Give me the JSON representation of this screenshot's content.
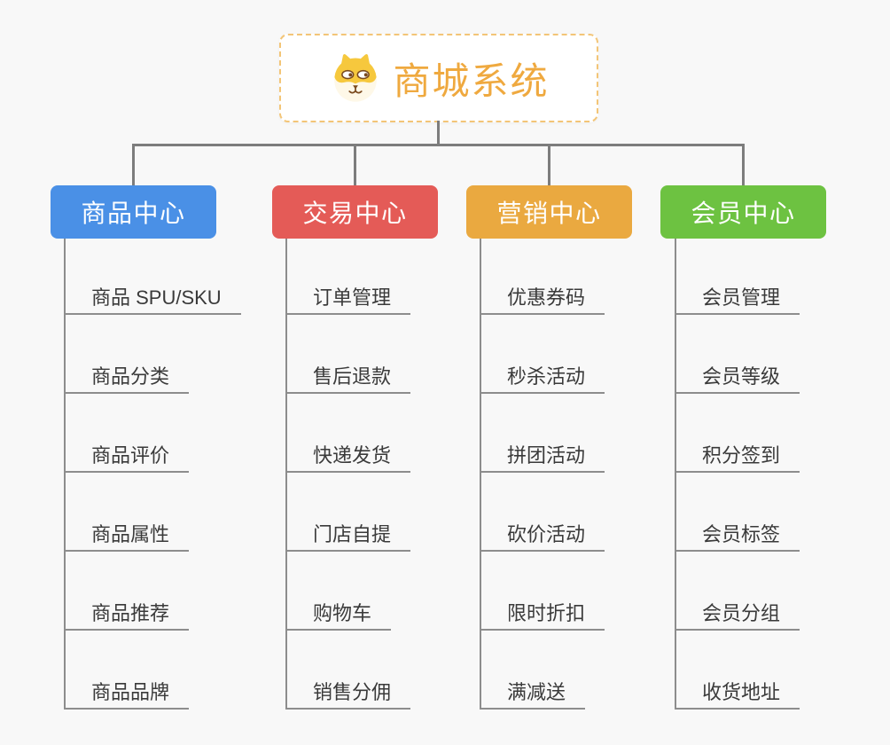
{
  "root": {
    "label": "商城系统",
    "icon": "shiba-dog"
  },
  "branches": [
    {
      "label": "商品中心",
      "color": "#4a90e6",
      "items": [
        "商品 SPU/SKU",
        "商品分类",
        "商品评价",
        "商品属性",
        "商品推荐",
        "商品品牌"
      ]
    },
    {
      "label": "交易中心",
      "color": "#e45b57",
      "items": [
        "订单管理",
        "售后退款",
        "快递发货",
        "门店自提",
        "购物车",
        "销售分佣"
      ]
    },
    {
      "label": "营销中心",
      "color": "#eaa940",
      "items": [
        "优惠券码",
        "秒杀活动",
        "拼团活动",
        "砍价活动",
        "限时折扣",
        "满减送"
      ]
    },
    {
      "label": "会员中心",
      "color": "#6dc241",
      "items": [
        "会员管理",
        "会员等级",
        "积分签到",
        "会员标签",
        "会员分组",
        "收货地址"
      ]
    }
  ],
  "colors": {
    "background": "#f8f8f8",
    "root_text": "#efa93f",
    "root_border": "#f3c577",
    "connector": "#7d7d7d",
    "child_line": "#8d8d8d",
    "item_text": "#3a3a3a"
  }
}
